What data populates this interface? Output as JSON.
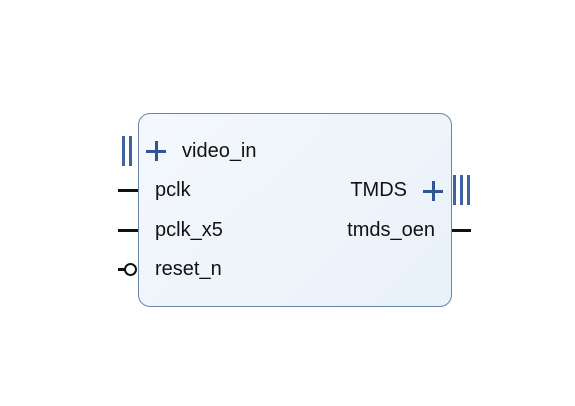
{
  "block": {
    "ports_in": [
      {
        "label": "video_in",
        "kind": "interface"
      },
      {
        "label": "pclk",
        "kind": "wire"
      },
      {
        "label": "pclk_x5",
        "kind": "wire"
      },
      {
        "label": "reset_n",
        "kind": "active-low"
      }
    ],
    "ports_out": [
      {
        "label": "TMDS",
        "kind": "interface"
      },
      {
        "label": "tmds_oen",
        "kind": "wire"
      }
    ]
  },
  "colors": {
    "border": "#6a84a8",
    "fill": "#eef4fa",
    "bus": "#3f63a0",
    "plus": "#2f5597",
    "wire": "#111111"
  }
}
